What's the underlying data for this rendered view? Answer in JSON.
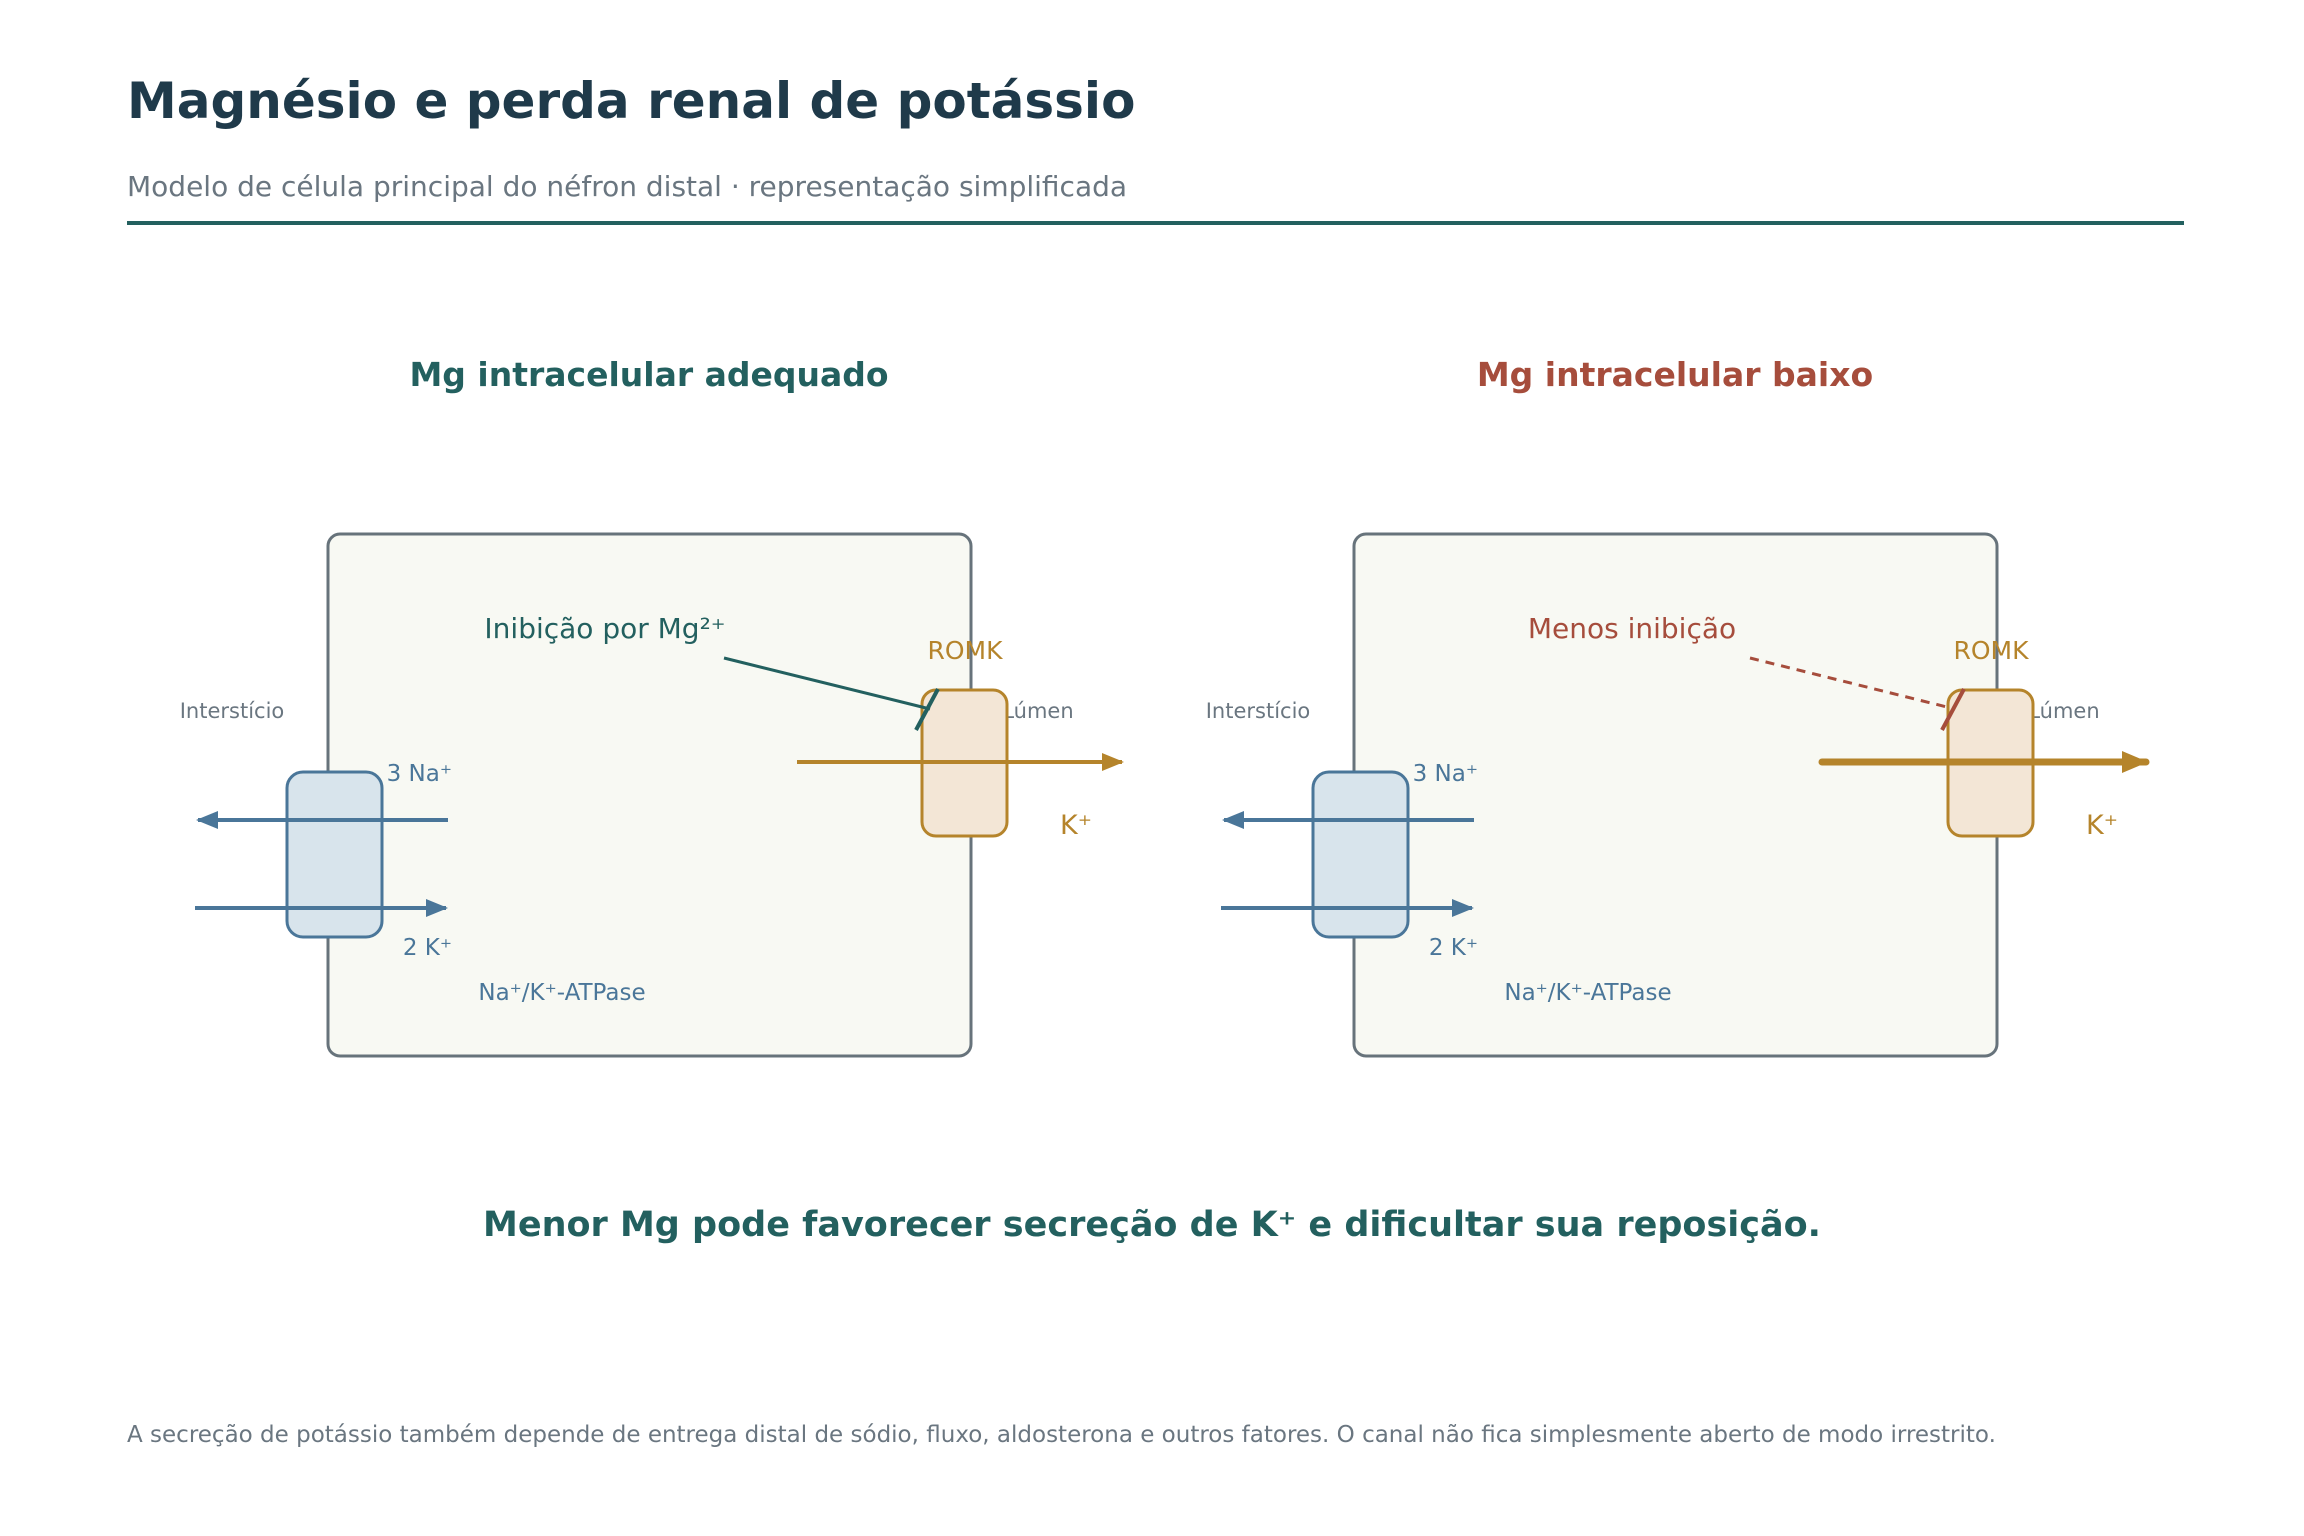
{
  "header": {
    "title": "Magnésio e perda renal de potássio",
    "subtitle": "Modelo de célula principal do néfron distal · representação simplificada"
  },
  "panels": [
    {
      "heading": "Mg intracelular adequado",
      "heading_color": "#23605f",
      "inhibition_label": "Inibição por Mg²⁺",
      "inhibition_style": "solid",
      "channel_label": "ROMK",
      "interstitium_label": "Interstício",
      "lumen_label": "Lúmen",
      "na_label": "3 Na⁺",
      "k_in_label": "2 K⁺",
      "pump_label": "Na⁺/K⁺-ATPase",
      "k_out_label": "K⁺",
      "k_flow": "normal"
    },
    {
      "heading": "Mg intracelular baixo",
      "heading_color": "#a64d3c",
      "inhibition_label": "Menos inibição",
      "inhibition_style": "dashed",
      "channel_label": "ROMK",
      "interstitium_label": "Interstício",
      "lumen_label": "Lúmen",
      "na_label": "3 Na⁺",
      "k_in_label": "2 K⁺",
      "pump_label": "Na⁺/K⁺-ATPase",
      "k_out_label": "K⁺",
      "k_flow": "increased"
    }
  ],
  "conclusion": "Menor Mg pode favorecer secreção de K⁺ e dificultar sua reposição.",
  "footnote": "A secreção de potássio também depende de entrega distal de sódio, fluxo, aldosterona e outros fatores. O canal não fica simplesmente aberto de modo irrestrito.",
  "colors": {
    "teal": "#23605f",
    "rust": "#a64d3c",
    "pump_blue": "#4a7699",
    "channel_gold": "#b5842b",
    "cell_fill": "#f8f9f3",
    "cell_border": "#67737b",
    "muted_text": "#6a7680"
  }
}
